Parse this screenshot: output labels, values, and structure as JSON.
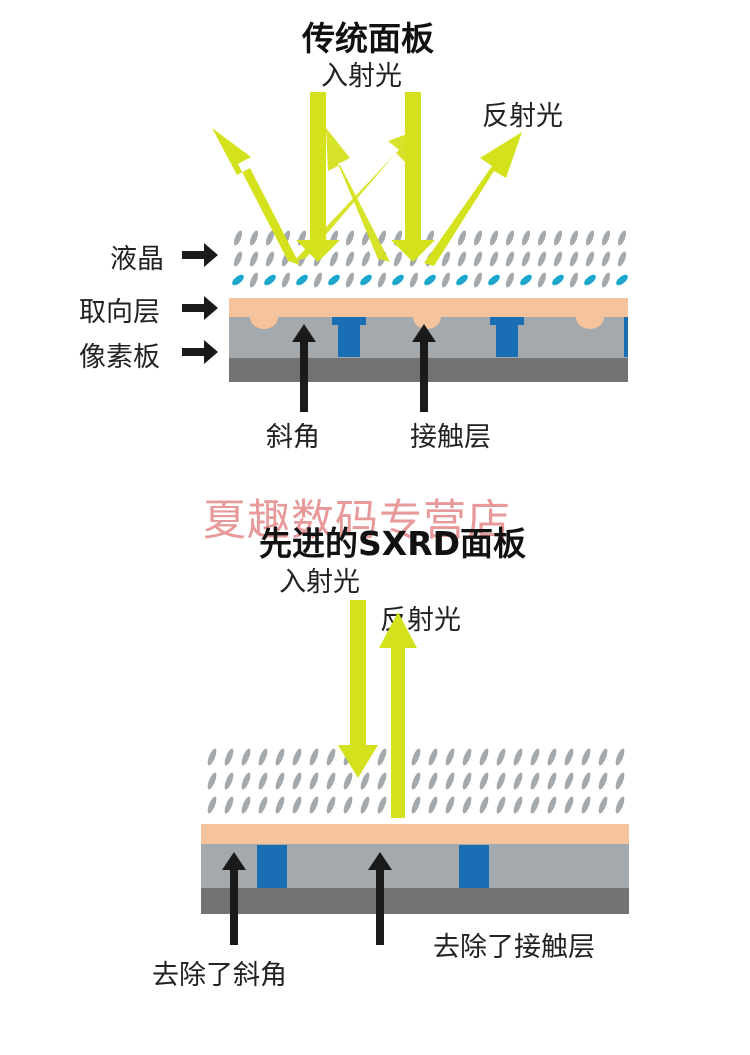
{
  "top": {
    "title": "传统面板",
    "incident": "入射光",
    "reflected": "反射光",
    "labels": {
      "liquid_crystal": "液晶",
      "alignment": "取向层",
      "pixel_board": "像素板"
    },
    "pointers": {
      "bevel": "斜角",
      "contact": "接触层"
    }
  },
  "watermark": "夏趣数码专营店",
  "bottom": {
    "title": "先进的SXRD面板",
    "incident": "入射光",
    "reflected": "反射光",
    "pointers": {
      "no_bevel": "去除了斜角",
      "no_contact": "去除了接触层"
    }
  },
  "colors": {
    "light": "#d4e21e",
    "alignment": "#f6c49c",
    "pixel": "#a4a9ad",
    "base": "#737373",
    "contact": "#1a6eb4",
    "lc_gray": "#a4a9ad",
    "lc_cyan": "#1aa7cc",
    "arrow": "#1a1a1a"
  }
}
